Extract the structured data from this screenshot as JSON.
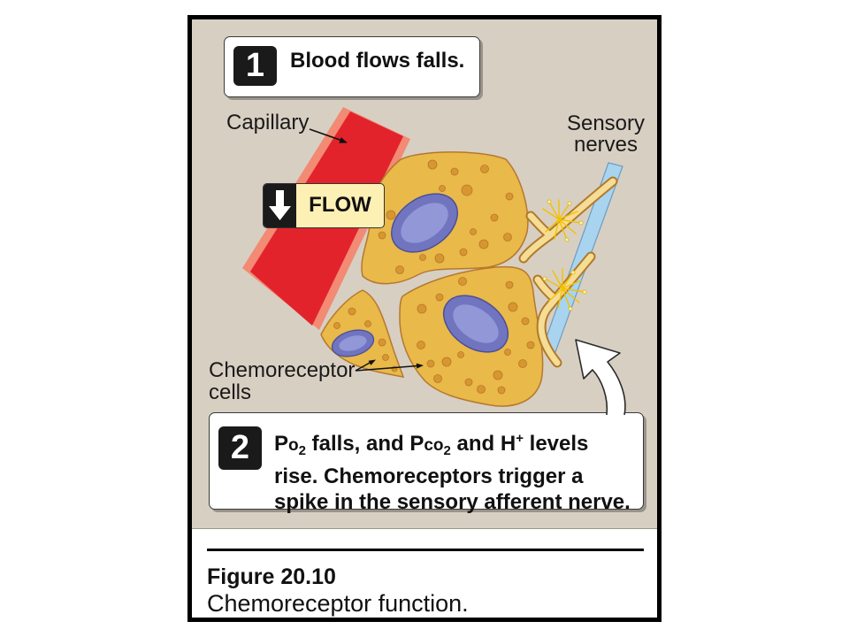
{
  "figure": {
    "number_label": "Figure 20.10",
    "caption": "Chemoreceptor function."
  },
  "step1": {
    "number": "1",
    "text": "Blood flows falls."
  },
  "step2": {
    "number": "2",
    "line1": [
      "P",
      "o",
      "2",
      " falls, and P",
      "co",
      "2",
      " and H",
      "+",
      " levels"
    ],
    "line2": "rise. Chemoreceptors trigger a",
    "line3": "spike in the sensory afferent nerve."
  },
  "labels": {
    "capillary": "Capillary",
    "flow": "FLOW",
    "sensory_nerves": [
      "Sensory",
      "nerves"
    ],
    "chemoreceptor_cells": [
      "Chemoreceptor",
      "cells"
    ]
  },
  "icons": {
    "flow_direction": "down-arrow-icon",
    "callout_pointer": "curved-arrow-icon"
  },
  "colors": {
    "panel": "#d8cfc3",
    "capillary_lumen": "#e3232b",
    "capillary_wall": "#f28a74",
    "cell": "#e9b949",
    "granule": "#d8962f",
    "nucleus": "#7175bf",
    "nerve": "#a9d4ef",
    "nerve_ending": "#f6dd95",
    "flow_box": "#fdf0b5"
  }
}
